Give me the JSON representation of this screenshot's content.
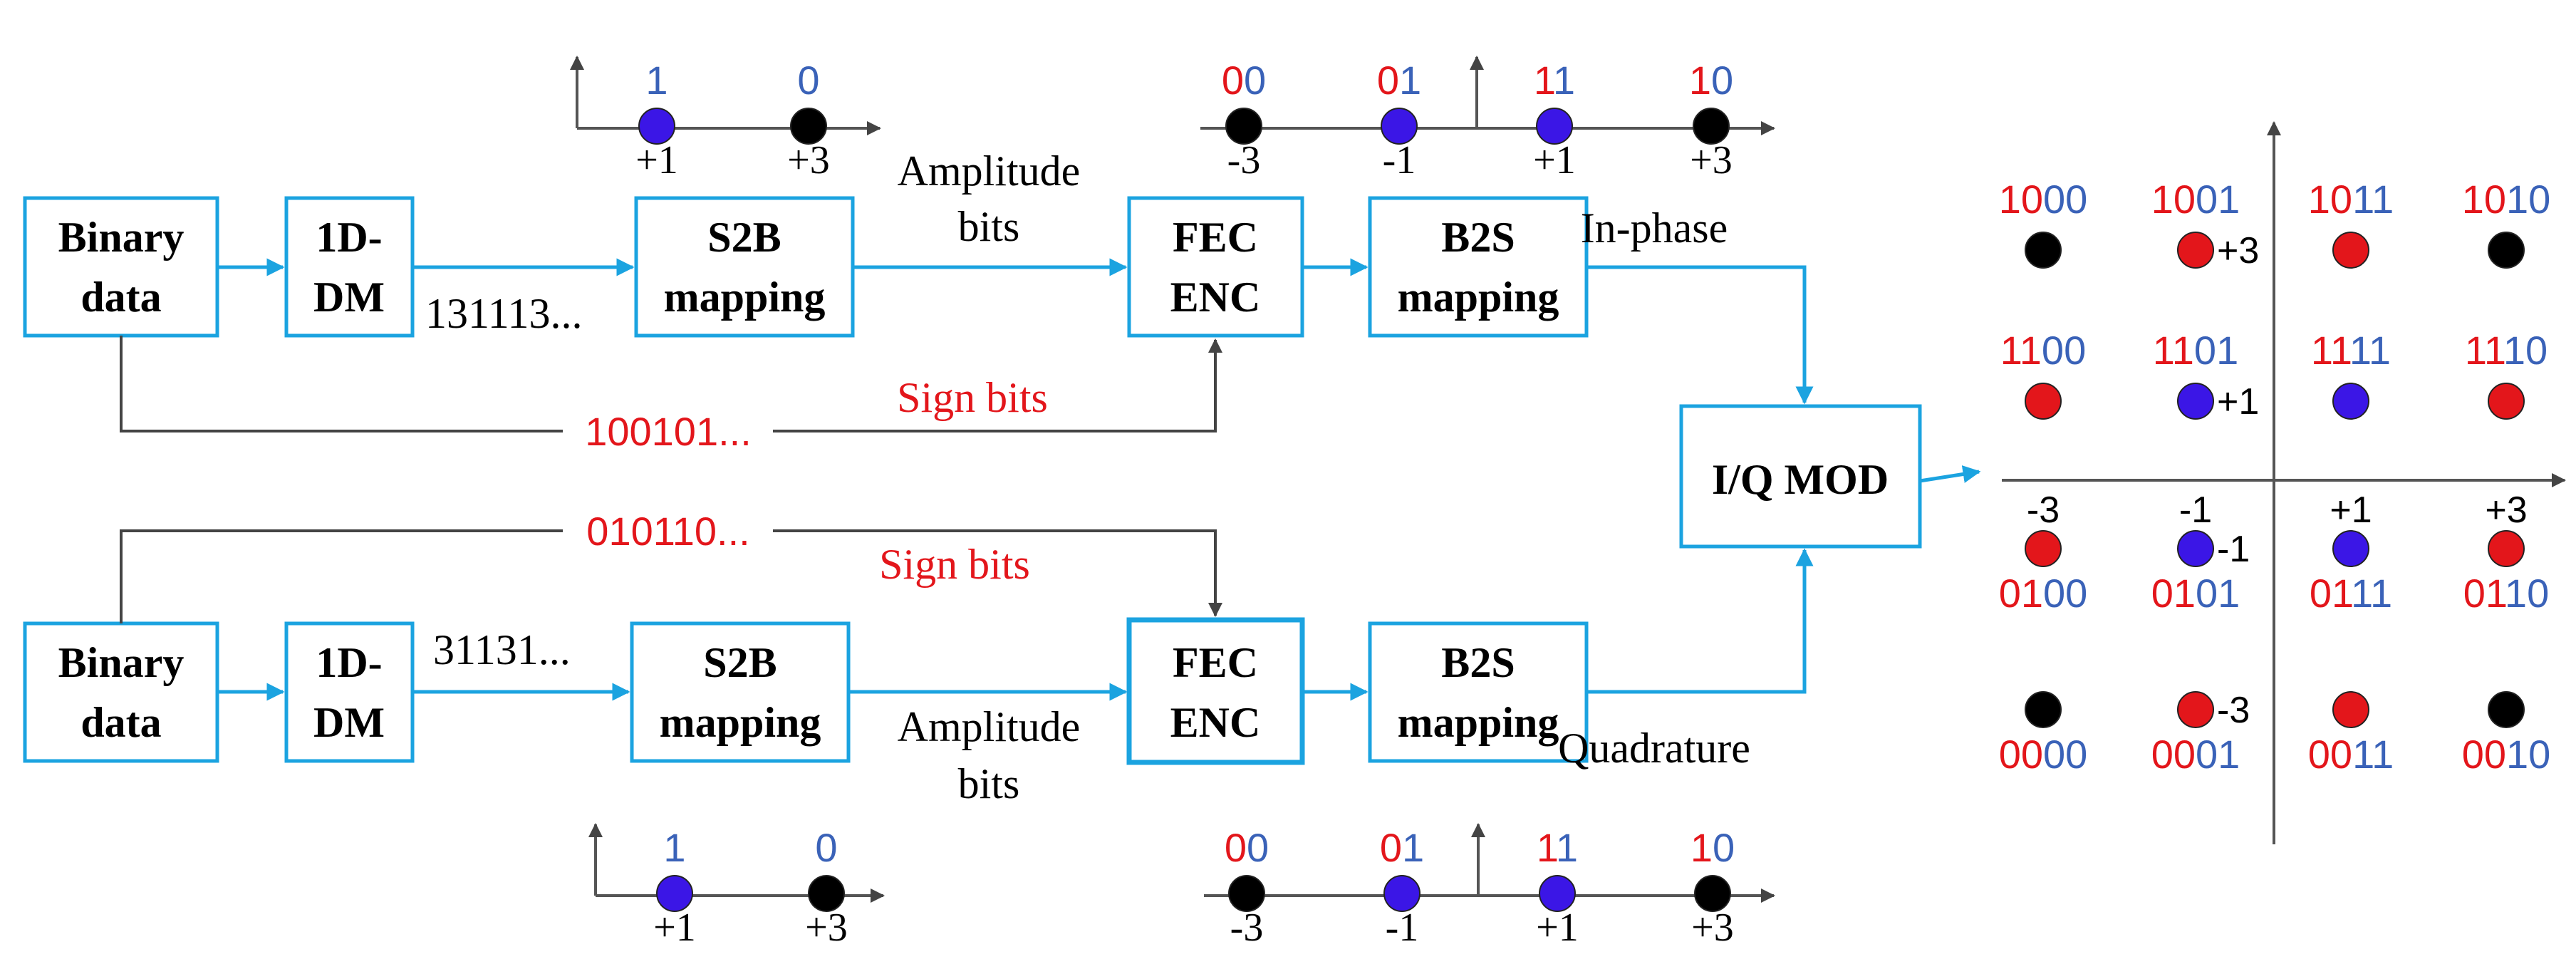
{
  "colors": {
    "block_border": "#1ba3e0",
    "arrow_cyan": "#1ba3e0",
    "line_dark": "#444444",
    "dot_blue": "#3b16e6",
    "dot_red": "#e3161b",
    "dot_black": "#000000",
    "bit_red": "#e3161b",
    "bit_blue": "#3a62b8"
  },
  "blocks": {
    "top_binary": [
      "Binary",
      "data"
    ],
    "top_dm": [
      "1D-",
      "DM"
    ],
    "top_s2b": [
      "S2B",
      "mapping"
    ],
    "top_fec": [
      "FEC",
      "ENC"
    ],
    "top_b2s": [
      "B2S",
      "mapping"
    ],
    "iq_mod": "I/Q MOD",
    "bot_binary": [
      "Binary",
      "data"
    ],
    "bot_dm": [
      "1D-",
      "DM"
    ],
    "bot_s2b": [
      "S2B",
      "mapping"
    ],
    "bot_fec": [
      "FEC",
      "ENC"
    ],
    "bot_b2s": [
      "B2S",
      "mapping"
    ]
  },
  "labels": {
    "top_amp_seq": "131113...",
    "top_amp_bits": [
      "Amplitude",
      "bits"
    ],
    "top_sign_bits": "Sign bits",
    "top_sign_seq": "100101...",
    "in_phase": "In-phase",
    "bot_amp_seq": "31131...",
    "bot_amp_bits": [
      "Amplitude",
      "bits"
    ],
    "bot_sign_bits": "Sign bits",
    "bot_sign_seq": "010110...",
    "quadrature": "Quadrature"
  },
  "s2b_plot": {
    "points": [
      {
        "bits": [
          [
            "1",
            "blue"
          ]
        ],
        "tick": "+1",
        "dot": "blue"
      },
      {
        "bits": [
          [
            "0",
            "blue"
          ]
        ],
        "tick": "+3",
        "dot": "black"
      }
    ]
  },
  "b2s_plot": {
    "points": [
      {
        "bits": [
          [
            "0",
            "red"
          ],
          [
            "0",
            "blue"
          ]
        ],
        "tick": "-3",
        "dot": "black"
      },
      {
        "bits": [
          [
            "0",
            "red"
          ],
          [
            "1",
            "blue"
          ]
        ],
        "tick": "-1",
        "dot": "blue"
      },
      {
        "bits": [
          [
            "1",
            "red"
          ],
          [
            "1",
            "blue"
          ]
        ],
        "tick": "+1",
        "dot": "blue"
      },
      {
        "bits": [
          [
            "1",
            "red"
          ],
          [
            "0",
            "blue"
          ]
        ],
        "tick": "+3",
        "dot": "black"
      }
    ]
  },
  "constellation": {
    "x_ticks": [
      "-3",
      "-1",
      "+1",
      "+3"
    ],
    "y_ticks": [
      "+3",
      "+1",
      "-1",
      "-3"
    ],
    "rows": [
      [
        {
          "bits": [
            [
              "1",
              "red"
            ],
            [
              "0",
              "red"
            ],
            [
              "0",
              "blue"
            ],
            [
              "0",
              "blue"
            ]
          ],
          "dot": "black"
        },
        {
          "bits": [
            [
              "1",
              "red"
            ],
            [
              "0",
              "red"
            ],
            [
              "0",
              "blue"
            ],
            [
              "1",
              "blue"
            ]
          ],
          "dot": "red"
        },
        {
          "bits": [
            [
              "1",
              "red"
            ],
            [
              "0",
              "red"
            ],
            [
              "1",
              "blue"
            ],
            [
              "1",
              "blue"
            ]
          ],
          "dot": "red"
        },
        {
          "bits": [
            [
              "1",
              "red"
            ],
            [
              "0",
              "red"
            ],
            [
              "1",
              "blue"
            ],
            [
              "0",
              "blue"
            ]
          ],
          "dot": "black"
        }
      ],
      [
        {
          "bits": [
            [
              "1",
              "red"
            ],
            [
              "1",
              "red"
            ],
            [
              "0",
              "blue"
            ],
            [
              "0",
              "blue"
            ]
          ],
          "dot": "red"
        },
        {
          "bits": [
            [
              "1",
              "red"
            ],
            [
              "1",
              "red"
            ],
            [
              "0",
              "blue"
            ],
            [
              "1",
              "blue"
            ]
          ],
          "dot": "blue"
        },
        {
          "bits": [
            [
              "1",
              "red"
            ],
            [
              "1",
              "red"
            ],
            [
              "1",
              "blue"
            ],
            [
              "1",
              "blue"
            ]
          ],
          "dot": "blue"
        },
        {
          "bits": [
            [
              "1",
              "red"
            ],
            [
              "1",
              "red"
            ],
            [
              "1",
              "blue"
            ],
            [
              "0",
              "blue"
            ]
          ],
          "dot": "red"
        }
      ],
      [
        {
          "bits": [
            [
              "0",
              "red"
            ],
            [
              "1",
              "red"
            ],
            [
              "0",
              "blue"
            ],
            [
              "0",
              "blue"
            ]
          ],
          "dot": "red"
        },
        {
          "bits": [
            [
              "0",
              "red"
            ],
            [
              "1",
              "red"
            ],
            [
              "0",
              "blue"
            ],
            [
              "1",
              "blue"
            ]
          ],
          "dot": "blue"
        },
        {
          "bits": [
            [
              "0",
              "red"
            ],
            [
              "1",
              "red"
            ],
            [
              "1",
              "blue"
            ],
            [
              "1",
              "blue"
            ]
          ],
          "dot": "blue"
        },
        {
          "bits": [
            [
              "0",
              "red"
            ],
            [
              "1",
              "red"
            ],
            [
              "1",
              "blue"
            ],
            [
              "0",
              "blue"
            ]
          ],
          "dot": "red"
        }
      ],
      [
        {
          "bits": [
            [
              "0",
              "red"
            ],
            [
              "0",
              "red"
            ],
            [
              "0",
              "blue"
            ],
            [
              "0",
              "blue"
            ]
          ],
          "dot": "black"
        },
        {
          "bits": [
            [
              "0",
              "red"
            ],
            [
              "0",
              "red"
            ],
            [
              "0",
              "blue"
            ],
            [
              "1",
              "blue"
            ]
          ],
          "dot": "red"
        },
        {
          "bits": [
            [
              "0",
              "red"
            ],
            [
              "0",
              "red"
            ],
            [
              "1",
              "blue"
            ],
            [
              "1",
              "blue"
            ]
          ],
          "dot": "red"
        },
        {
          "bits": [
            [
              "0",
              "red"
            ],
            [
              "0",
              "red"
            ],
            [
              "1",
              "blue"
            ],
            [
              "0",
              "blue"
            ]
          ],
          "dot": "black"
        }
      ]
    ]
  }
}
